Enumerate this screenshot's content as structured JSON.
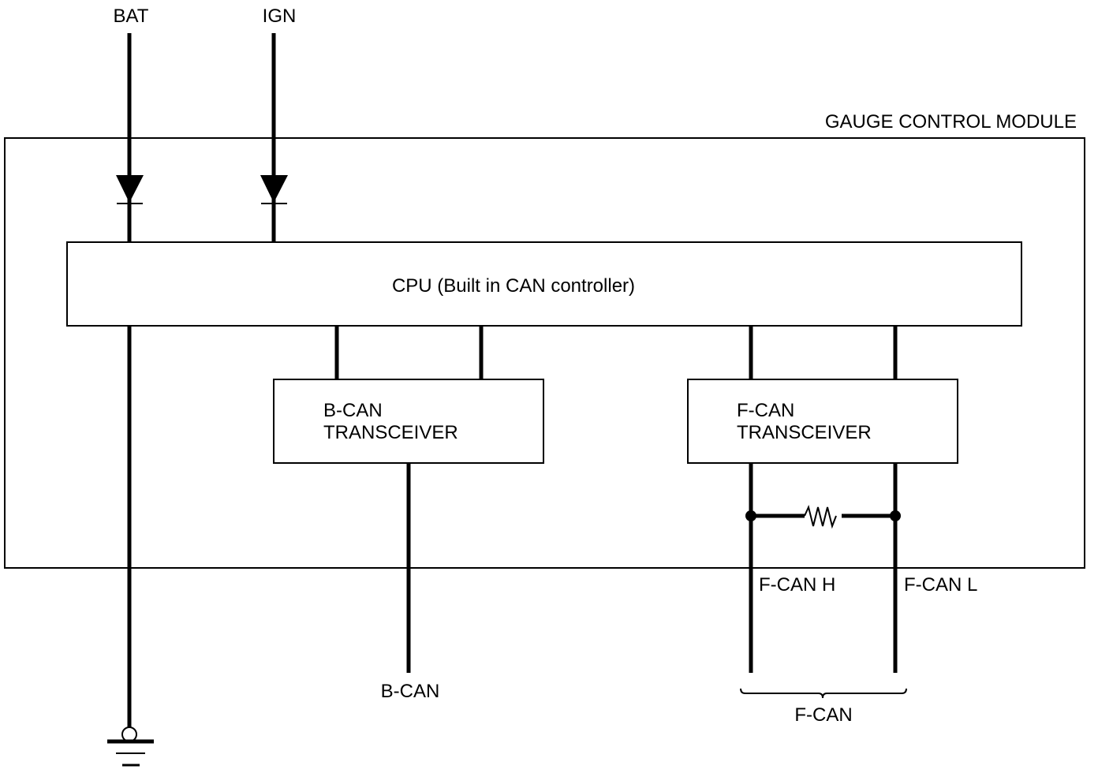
{
  "diagram": {
    "module": {
      "title": "GAUGE CONTROL MODULE"
    },
    "inputs": {
      "bat": "BAT",
      "ign": "IGN"
    },
    "cpu": {
      "label": "CPU (Built in CAN controller)"
    },
    "b_can_transceiver": {
      "line1": "B-CAN",
      "line2": "TRANSCEIVER"
    },
    "f_can_transceiver": {
      "line1": "F-CAN",
      "line2": "TRANSCEIVER"
    },
    "outputs": {
      "b_can": "B-CAN",
      "f_can_h": "F-CAN H",
      "f_can_l": "F-CAN L",
      "f_can_group": "F-CAN"
    },
    "colors": {
      "line": "#000000",
      "background": "#ffffff"
    }
  }
}
